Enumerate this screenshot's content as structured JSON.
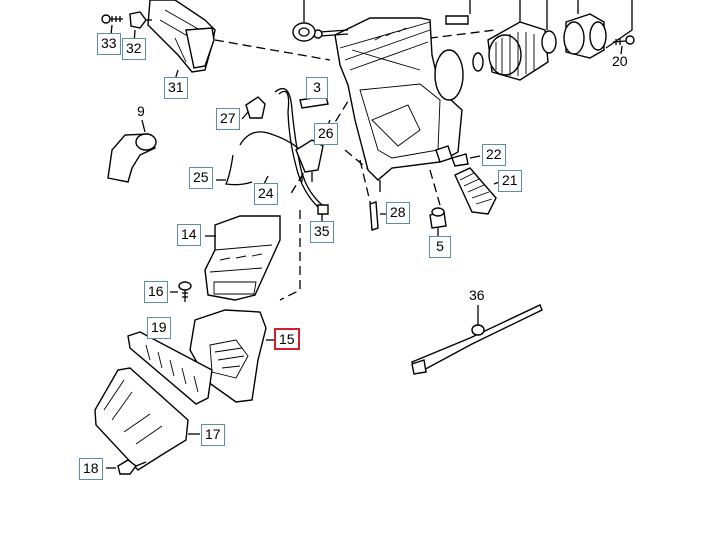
{
  "diagram": {
    "callouts": [
      {
        "key": "33",
        "label": "33"
      },
      {
        "key": "32",
        "label": "32"
      },
      {
        "key": "31",
        "label": "31"
      },
      {
        "key": "3",
        "label": "3"
      },
      {
        "key": "27",
        "label": "27"
      },
      {
        "key": "26",
        "label": "26"
      },
      {
        "key": "25",
        "label": "25"
      },
      {
        "key": "24",
        "label": "24"
      },
      {
        "key": "22",
        "label": "22"
      },
      {
        "key": "21",
        "label": "21"
      },
      {
        "key": "28",
        "label": "28"
      },
      {
        "key": "14",
        "label": "14"
      },
      {
        "key": "35",
        "label": "35"
      },
      {
        "key": "5",
        "label": "5"
      },
      {
        "key": "16",
        "label": "16"
      },
      {
        "key": "19",
        "label": "19"
      },
      {
        "key": "15",
        "label": "15",
        "selected": true
      },
      {
        "key": "17",
        "label": "17"
      },
      {
        "key": "18",
        "label": "18"
      }
    ],
    "plain_labels": [
      {
        "key": "9",
        "label": "9"
      },
      {
        "key": "20",
        "label": "20"
      },
      {
        "key": "36",
        "label": "36"
      }
    ],
    "highlight_color": "#d11f2c",
    "callout_border_color": "#5a8fa6"
  }
}
